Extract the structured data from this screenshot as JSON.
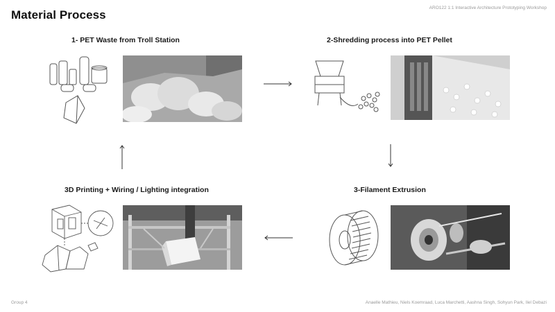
{
  "header": {
    "title": "Material Process",
    "course": "ARO122 1:1 Interactive Architecture Prototyping Workshop"
  },
  "steps": [
    {
      "title": "1- PET Waste from Troll Station"
    },
    {
      "title": "2-Shredding process into PET Pellet"
    },
    {
      "title": "3-Filament Extrusion"
    },
    {
      "title": "3D Printing + Wiring / Lighting integration"
    }
  ],
  "footer": {
    "group": "Group 4",
    "authors": "Anaelle Mathieu, Niels Koemraad, Luca Marchetti, Aashna Singh, Sohyun Park, Ilel Debazi"
  },
  "icons": {
    "arrow_right": "arrow-right-icon",
    "arrow_down": "arrow-down-icon",
    "arrow_left": "arrow-left-icon",
    "arrow_up": "arrow-up-icon"
  },
  "colors": {
    "text": "#111111",
    "muted": "#9a9a9a",
    "arrow": "#333333"
  }
}
